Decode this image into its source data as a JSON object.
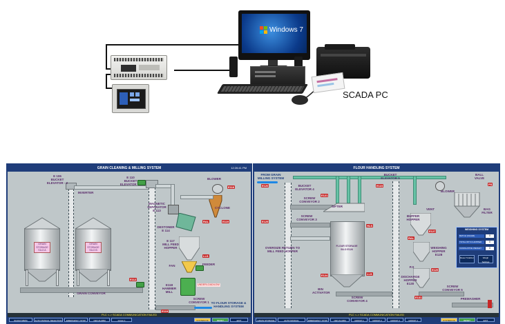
{
  "photo": {
    "os_logo_text": "Windows 7",
    "pc_label": "SCADA PC"
  },
  "left_screen": {
    "title": "GRAIN CLEANING & MILLING SYSTEM",
    "clock": "12:26:41 PM",
    "labels": {
      "elev2": "E 106\nBUCKET\nELEVATOR - 2",
      "inverter": "INVERTER",
      "elev3": "E 110\nBUCKET\nELEVATOR - 3",
      "blower": "BLOWER",
      "magsep": "MAGNETIC\nSEPARATOR\nE 113",
      "cyclone": "CYCLONE",
      "destoner": "DESTONER\nE 114",
      "millfeed": "E 117\nMILL FEED\nHOPPER",
      "fan": "FAN",
      "feeder": "FEEDER",
      "hammer": "E118\nHAMMER\nMILL",
      "screw1": "SCREW\nCONVEYOR 1",
      "silo_a": "GRAIN\nSTORAGE\nSILO A",
      "silo_b": "GRAIN\nSTORAGE\nSILO B",
      "grain_conv": "GRAIN CONVEYOR",
      "underload": "UNDERLOAD/LOW",
      "to_flour": "TO FLOUR STORAGE &\nHANDLING SYSTEM"
    },
    "tags": [
      "E116",
      "E119",
      "RAL",
      "LLS",
      "HLS",
      "E112",
      "E119"
    ],
    "comm_status": "PLC <-> SCADA COMMUNICATION FAILED",
    "buttons": [
      "SCADA MIMIC",
      "AUTO MANUAL SELECTION",
      "EMERGENCY STOP",
      "CEN ALARM",
      "Group 1",
      "",
      "",
      "",
      "",
      "SYSTEM OK",
      "RESET",
      "EXIT"
    ]
  },
  "right_screen": {
    "title": "FLOUR HANDLING SYSTEM",
    "labels": {
      "from_grain": "FROM GRAIN\nMILLING SYSTEM",
      "elev4": "BUCKET\nELEVATOR 4",
      "screw2": "SCREW\nCONVEYOR 2",
      "sifter": "SIFTER",
      "elev5": "BUCKET\nELEVATOR 5",
      "blower": "BLOWER",
      "ball_valve": "BALL\nVALVE",
      "vent": "VENT",
      "bag_filter": "BAG\nFILTER",
      "buffer": "BUFFER\nHOPPER",
      "screw3": "SCREW\nCONVEYOR 3",
      "flour_silo": "FLOUR STORAGE\nSILO E126",
      "weighing": "WEIGHING\nHOPPER\nE128",
      "oversize": "OVERSIZE RETURN TO\nMILL FEED HOPPER",
      "discharge": "DISCHARGE\nHOPPER\nE130",
      "bin_act": "BIN\nACTIVATOR",
      "screw4": "SCREW\nCONVEYOR 4",
      "screw5": "SCREW\nCONVEYOR 5",
      "premasher": "PREMASHER"
    },
    "weighing_system": {
      "title": "WEIGHING SYSTEM",
      "rows": [
        "BATCH (KG/HR)",
        "TOTAL WT IN HOPPER",
        "CUMULATIVE WEIGHT"
      ],
      "values": [
        "0",
        "0",
        "0"
      ],
      "btn1": "Reset Totalizer",
      "btn2": "Weigh Settings"
    },
    "tags": [
      "E120",
      "E125",
      "HLS",
      "LLS",
      "E121",
      "E124",
      "E123",
      "E127",
      "E129",
      "E131",
      "RAL",
      "PS",
      "P.S"
    ],
    "comm_status": "PLC <-> SCADA COMMUNICATION FAILED",
    "buttons": [
      "GRAIN STORAGE",
      "AUTO MANUAL SELECTION",
      "EMERGENCY STOP",
      "CEN ALARM",
      "GROUP 1",
      "GROUP 2",
      "GROUP 3",
      "GROUP 4",
      "SYSTEM OK",
      "RESET",
      "EXIT"
    ]
  }
}
